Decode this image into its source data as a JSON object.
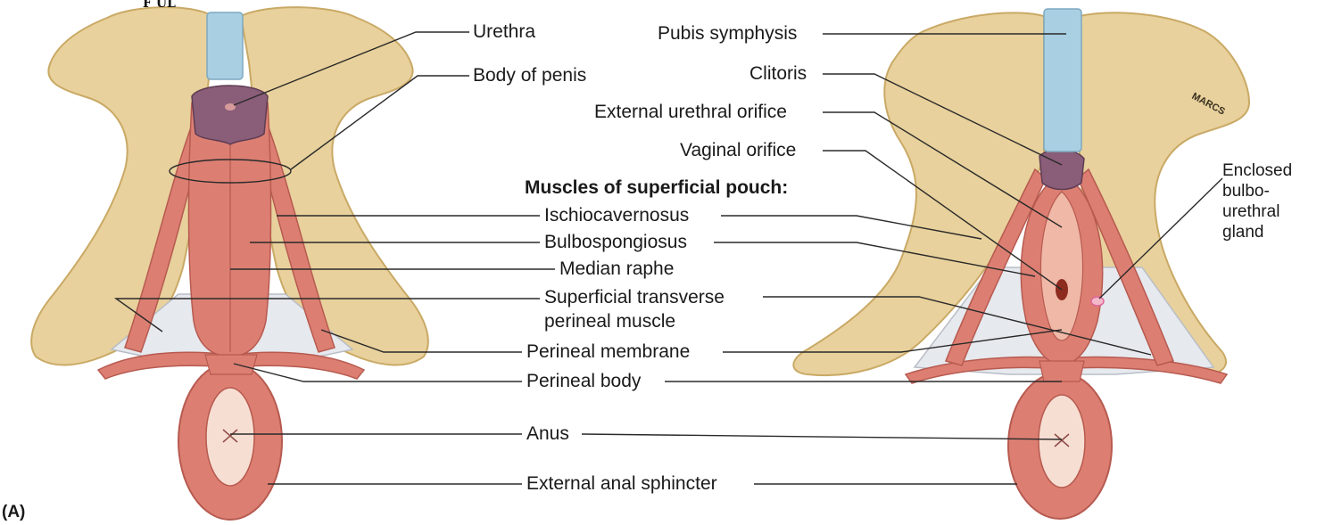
{
  "figure": {
    "panel_label": "(A)",
    "header_fragment": "F  UL",
    "artist_mark": "MARCS",
    "colors": {
      "bone": "#e8d19c",
      "bone_shadow": "#c9a965",
      "muscle": "#dc7f72",
      "muscle_dark": "#b75a50",
      "cartilage": "#a9cfe3",
      "membrane": "#e6e9ee",
      "erectile": "#8a5d79",
      "anal_skin": "#f7ded2"
    }
  },
  "labels": {
    "urethra": "Urethra",
    "body_of_penis": "Body of penis",
    "pubis_symphysis": "Pubis symphysis",
    "clitoris": "Clitoris",
    "external_urethral_orifice": "External urethral orifice",
    "vaginal_orifice": "Vaginal orifice",
    "muscles_heading": "Muscles of superficial pouch:",
    "ischiocavernosus": "Ischiocavernosus",
    "bulbospongiosus": "Bulbospongiosus",
    "median_raphe": "Median raphe",
    "sup_transverse_line1": "Superficial transverse",
    "sup_transverse_line2": "perineal muscle",
    "perineal_membrane": "Perineal membrane",
    "perineal_body": "Perineal body",
    "anus": "Anus",
    "external_anal_sphincter": "External anal sphincter",
    "bulbourethral_line1": "Enclosed",
    "bulbourethral_line2": "bulbo-",
    "bulbourethral_line3": "urethral",
    "bulbourethral_line4": "gland"
  }
}
